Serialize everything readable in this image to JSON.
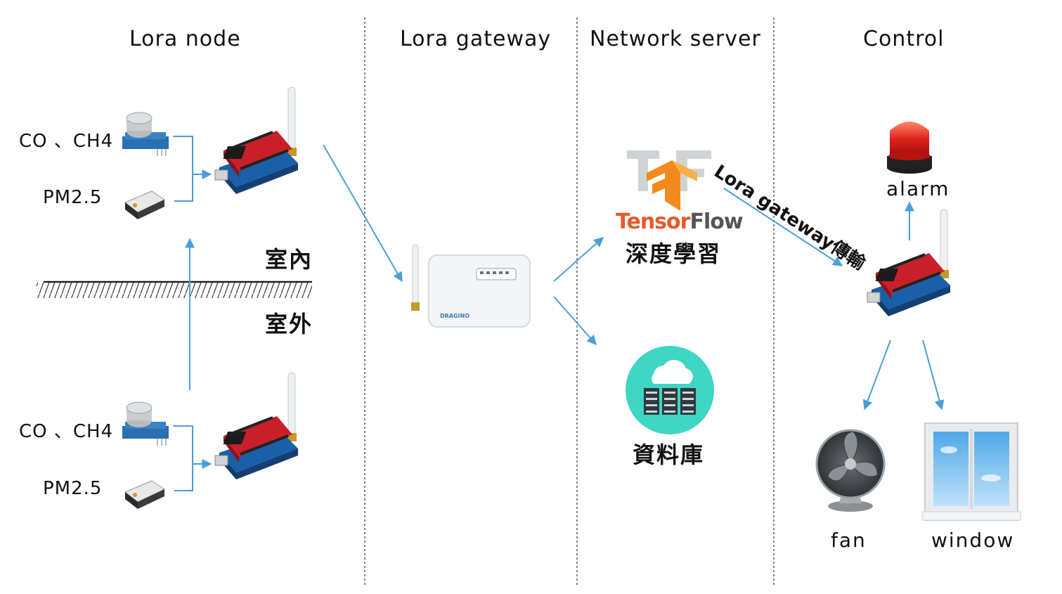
{
  "columns": {
    "node": "Lora node",
    "gateway": "Lora gateway",
    "server": "Network server",
    "control": "Control"
  },
  "node_top": {
    "sensor1": "CO 、CH4",
    "sensor2": "PM2.5"
  },
  "node_bottom": {
    "sensor1": "CO 、CH4",
    "sensor2": "PM2.5"
  },
  "zones": {
    "indoor": "室內",
    "outdoor": "室外"
  },
  "server": {
    "tensorflow_logo": "TensorFlow",
    "deep_learning": "深度學習",
    "database": "資料庫"
  },
  "link_label": "Lora gateway傳輸",
  "gateway_brand": "DRAGINO",
  "control": {
    "alarm": "alarm",
    "fan": "fan",
    "window": "window"
  },
  "colors": {
    "arrow": "#4a9fd8",
    "divider": "#7a8590",
    "board_red": "#c8202a",
    "board_blue": "#1f4fa8",
    "db_circle": "#3fd6c4",
    "tf_orange": "#f28a1d",
    "alarm_red": "#e0221c"
  }
}
